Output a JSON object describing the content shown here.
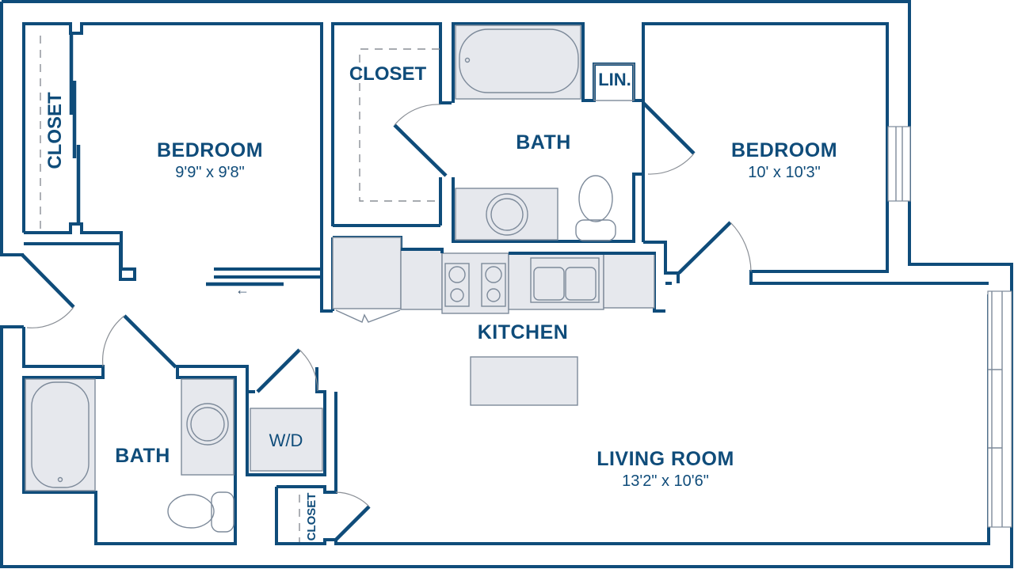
{
  "floorplan": {
    "colors": {
      "wall": "#0f4c7a",
      "fixture_fill": "#e6e8ed",
      "fixture_stroke": "#7d8a9a",
      "background": "#ffffff"
    },
    "rooms": {
      "bedroom_1": {
        "name": "BEDROOM",
        "dimensions": "9'9\" x 9'8\""
      },
      "closet_1": {
        "name": "CLOSET"
      },
      "closet_2": {
        "name": "CLOSET"
      },
      "bath_1": {
        "name": "BATH"
      },
      "linen": {
        "name": "LIN."
      },
      "bedroom_2": {
        "name": "BEDROOM",
        "dimensions": "10' x 10'3\""
      },
      "kitchen": {
        "name": "KITCHEN"
      },
      "bath_2": {
        "name": "BATH"
      },
      "laundry": {
        "name": "W/D"
      },
      "closet_3": {
        "name": "CLOSET"
      },
      "living_room": {
        "name": "LIVING ROOM",
        "dimensions": "13'2\" x 10'6\""
      }
    },
    "symbols": {
      "sliding_door_arrow": "←"
    }
  }
}
